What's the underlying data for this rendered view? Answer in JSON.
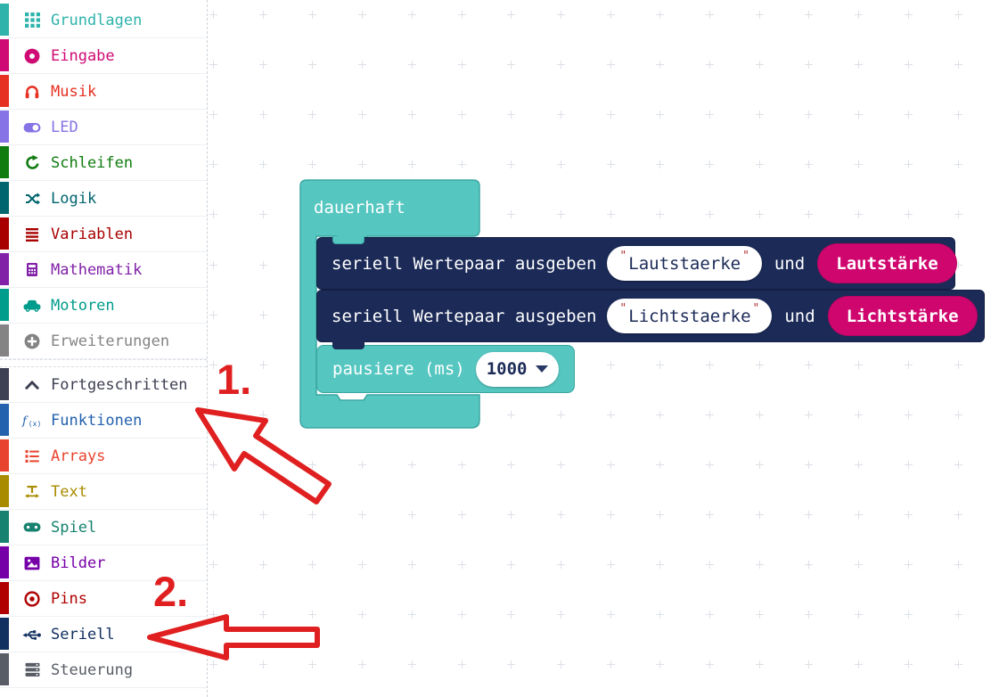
{
  "sidebar": {
    "items": [
      {
        "label": "Grundlagen",
        "color": "#2fb3ab",
        "icon": "grid-icon"
      },
      {
        "label": "Eingabe",
        "color": "#cf0a74",
        "icon": "input-circle-icon"
      },
      {
        "label": "Musik",
        "color": "#e63022",
        "icon": "headphones-icon"
      },
      {
        "label": "LED",
        "color": "#8673e6",
        "icon": "led-toggle-icon"
      },
      {
        "label": "Schleifen",
        "color": "#107c10",
        "icon": "loop-icon"
      },
      {
        "label": "Logik",
        "color": "#00656e",
        "icon": "shuffle-icon"
      },
      {
        "label": "Variablen",
        "color": "#a80000",
        "icon": "variables-lines-icon"
      },
      {
        "label": "Mathematik",
        "color": "#8121a8",
        "icon": "calculator-icon"
      },
      {
        "label": "Motoren",
        "color": "#009c8c",
        "icon": "car-icon"
      },
      {
        "label": "Erweiterungen",
        "color": "#848484",
        "icon": "plus-circle-icon"
      },
      {
        "label": "Fortgeschritten",
        "color": "#3d3f52",
        "icon": "chevron-up-icon",
        "divider_before": true
      },
      {
        "label": "Funktionen",
        "color": "#2361ae",
        "icon": "function-icon"
      },
      {
        "label": "Arrays",
        "color": "#e8432e",
        "icon": "array-list-icon"
      },
      {
        "label": "Text",
        "color": "#a98b00",
        "icon": "text-width-icon"
      },
      {
        "label": "Spiel",
        "color": "#17826f",
        "icon": "gamepad-icon"
      },
      {
        "label": "Bilder",
        "color": "#7600a8",
        "icon": "image-icon"
      },
      {
        "label": "Pins",
        "color": "#b00000",
        "icon": "target-icon"
      },
      {
        "label": "Seriell",
        "color": "#123060",
        "icon": "usb-icon"
      },
      {
        "label": "Steuerung",
        "color": "#585d66",
        "icon": "control-servers-icon"
      }
    ]
  },
  "workspace": {
    "colors": {
      "basic_block": "#55c6c0",
      "basic_border": "#3ba7a1",
      "serial_block": "#1b2a57",
      "input_reporter": "#d0066f"
    },
    "forever": {
      "label": "dauerhaft"
    },
    "serial_row1": {
      "label": "seriell Wertepaar ausgeben",
      "string_value": "Lautstaerke",
      "connector": "und",
      "reporter": "Lautstärke"
    },
    "serial_row2": {
      "label": "seriell Wertepaar ausgeben",
      "string_value": "Lichtstaerke",
      "connector": "und",
      "reporter": "Lichtstärke"
    },
    "pause": {
      "label": "pausiere (ms)",
      "value": "1000"
    }
  },
  "annotations": {
    "step1": "1.",
    "step2": "2.",
    "color": "#e02020"
  }
}
